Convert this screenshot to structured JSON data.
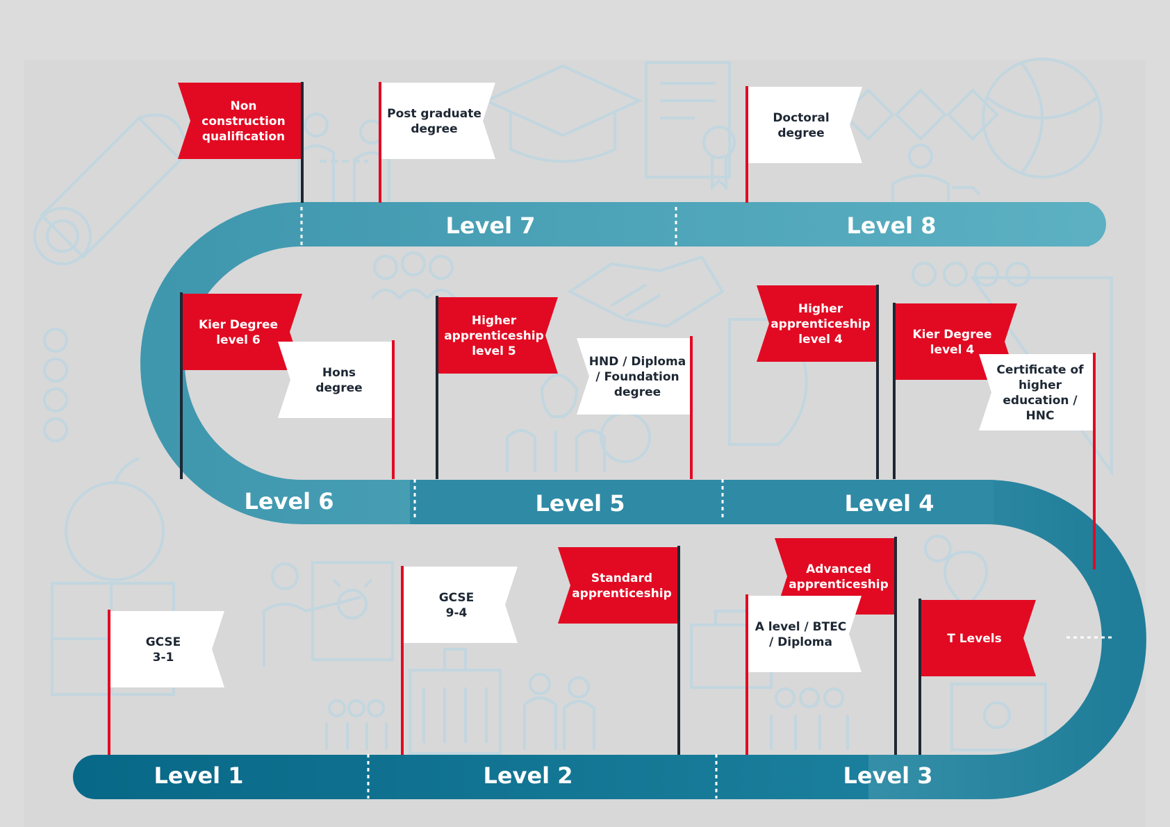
{
  "colors": {
    "background": "#dcdcdc",
    "panel": "#d8d8d8",
    "track_light": "#5aadc0",
    "track_dark": "#0b6a8a",
    "flag_red": "#e20a22",
    "flag_white": "#ffffff",
    "pole_dark": "#1d2733",
    "pole_red": "#e20a22",
    "text_dark": "#1d2733",
    "text_light": "#ffffff",
    "icon_line": "#c2d6df"
  },
  "levels": [
    "Level 1",
    "Level 2",
    "Level 3",
    "Level 4",
    "Level 5",
    "Level 6",
    "Level 7",
    "Level 8"
  ],
  "flags": [
    {
      "key": "non-construction",
      "lines": [
        "Non",
        "construction",
        "qualification"
      ],
      "style": "red",
      "pole": "dark",
      "level": "Level 7"
    },
    {
      "key": "post-graduate",
      "lines": [
        "Post graduate",
        "degree"
      ],
      "style": "white",
      "pole": "red",
      "level": "Level 7"
    },
    {
      "key": "doctoral",
      "lines": [
        "Doctoral",
        "degree"
      ],
      "style": "white",
      "pole": "red",
      "level": "Level 8"
    },
    {
      "key": "kier-degree-6",
      "lines": [
        "Kier Degree",
        "level 6"
      ],
      "style": "red",
      "pole": "dark",
      "level": "Level 6"
    },
    {
      "key": "hons",
      "lines": [
        "Hons",
        "degree"
      ],
      "style": "white",
      "pole": "red",
      "level": "Level 6"
    },
    {
      "key": "higher-app-5",
      "lines": [
        "Higher",
        "apprenticeship",
        "level 5"
      ],
      "style": "red",
      "pole": "dark",
      "level": "Level 5"
    },
    {
      "key": "hnd",
      "lines": [
        "HND / Diploma",
        "/ Foundation",
        "degree"
      ],
      "style": "white",
      "pole": "red",
      "level": "Level 5"
    },
    {
      "key": "higher-app-4",
      "lines": [
        "Higher",
        "apprenticeship",
        "level 4"
      ],
      "style": "red",
      "pole": "dark",
      "level": "Level 4"
    },
    {
      "key": "kier-degree-4",
      "lines": [
        "Kier Degree",
        "level 4"
      ],
      "style": "red",
      "pole": "dark",
      "level": "Level 4"
    },
    {
      "key": "cert-he",
      "lines": [
        "Certificate of",
        "higher",
        "education /",
        "HNC"
      ],
      "style": "white",
      "pole": "red",
      "level": "Level 4"
    },
    {
      "key": "gcse-31",
      "lines": [
        "GCSE",
        "3-1"
      ],
      "style": "white",
      "pole": "red",
      "level": "Level 1"
    },
    {
      "key": "gcse-94",
      "lines": [
        "GCSE",
        "9-4"
      ],
      "style": "white",
      "pole": "red",
      "level": "Level 2"
    },
    {
      "key": "standard-app",
      "lines": [
        "Standard",
        "apprenticeship"
      ],
      "style": "red",
      "pole": "dark",
      "level": "Level 2"
    },
    {
      "key": "advanced-app",
      "lines": [
        "Advanced",
        "apprenticeship"
      ],
      "style": "red",
      "pole": "dark",
      "level": "Level 3"
    },
    {
      "key": "a-level",
      "lines": [
        "A level / BTEC",
        "/ Diploma"
      ],
      "style": "white",
      "pole": "red",
      "level": "Level 3"
    },
    {
      "key": "t-levels",
      "lines": [
        "T Levels"
      ],
      "style": "red",
      "pole": "dark",
      "level": "Level 3"
    }
  ]
}
